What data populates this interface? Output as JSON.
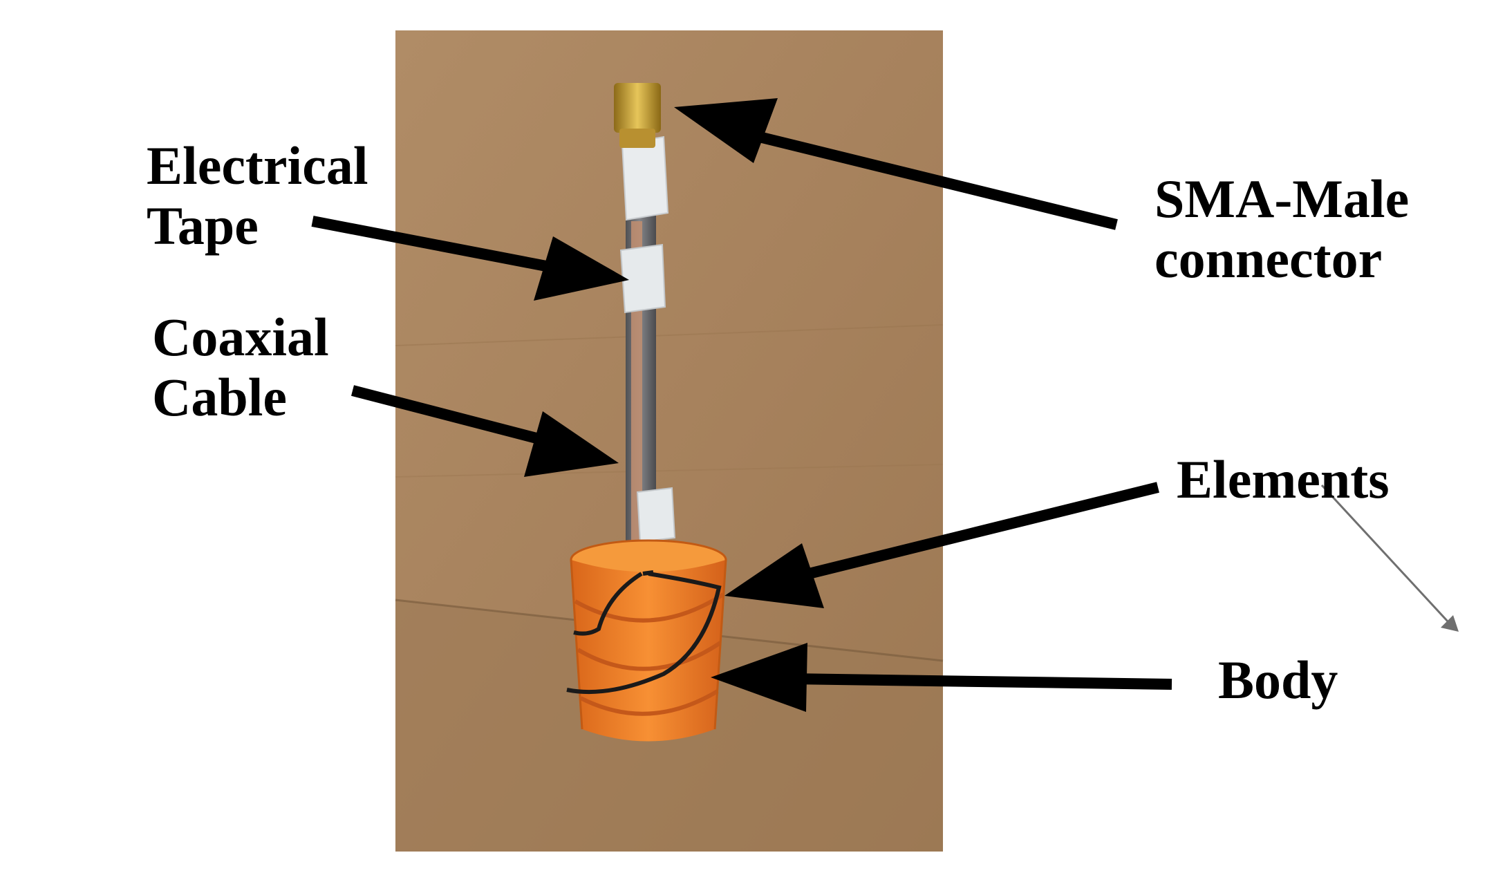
{
  "labels": {
    "electrical_tape": [
      "Electrical",
      "Tape"
    ],
    "coaxial_cable": [
      "Coaxial",
      "Cable"
    ],
    "sma_connector": [
      "SMA-Male",
      "connector"
    ],
    "elements": "Elements",
    "body": "Body"
  },
  "colors": {
    "background": "#ffffff",
    "cardboard": "#a8845f",
    "cardboard_shadow": "#8f6d4c",
    "cable": "#6d6e72",
    "braid": "#b8846a",
    "tape": "#e4e8ea",
    "connector_gold": "#c9a234",
    "body_orange": "#f07f20",
    "wire": "#1c1c1c",
    "arrow": "#000000",
    "thin_arrow": "#6f6f6f"
  }
}
